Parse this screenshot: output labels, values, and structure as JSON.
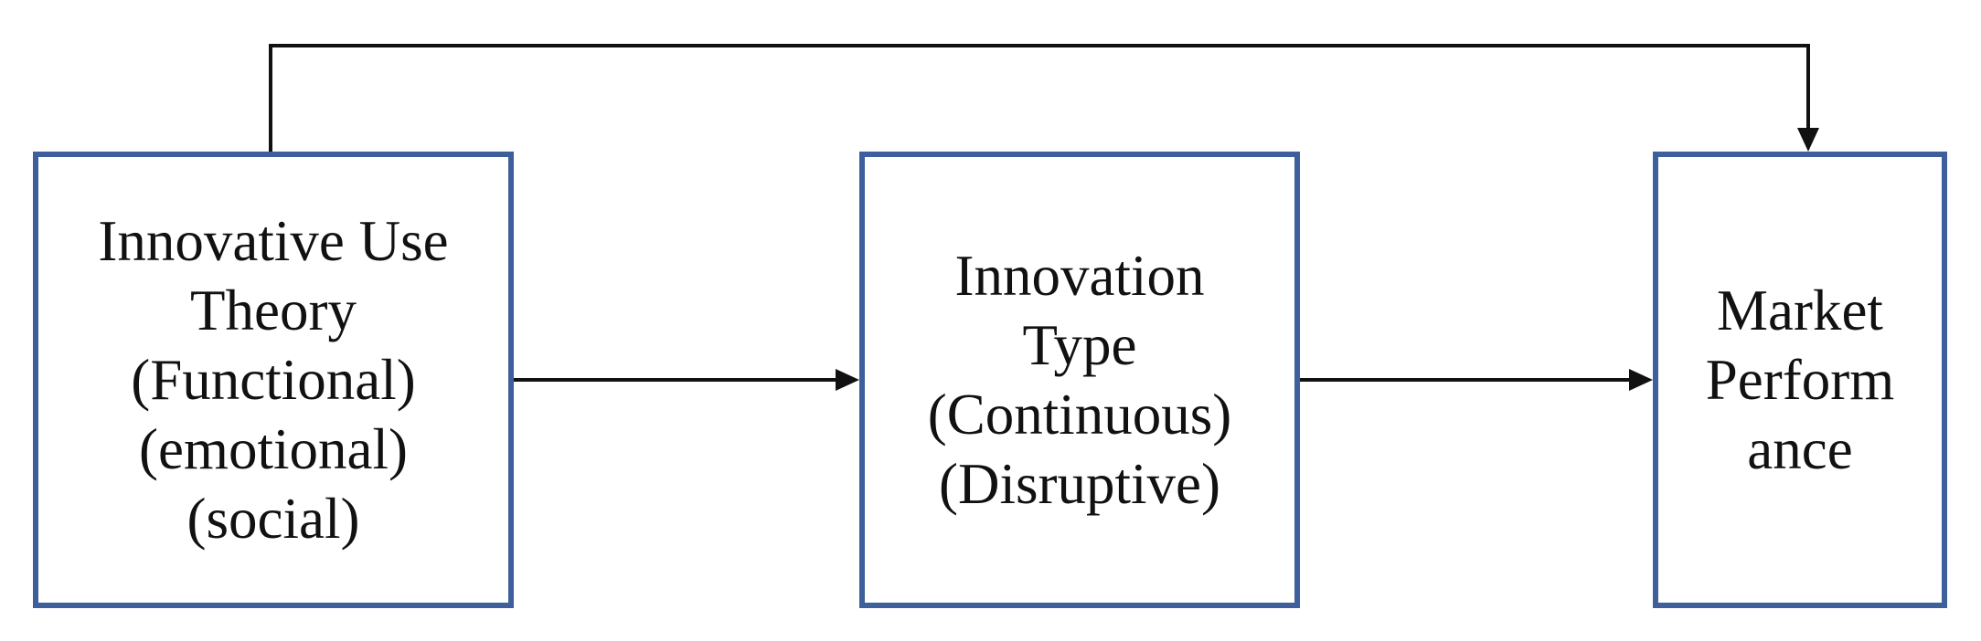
{
  "diagram": {
    "colors": {
      "box_border": "#3d5f9b",
      "arrow": "#111111",
      "text": "#111111"
    },
    "nodes": [
      {
        "id": "innovative-use-theory",
        "text": "Innovative Use\nTheory\n(Functional)\n(emotional)\n(social)"
      },
      {
        "id": "innovation-type",
        "text": "Innovation\nType\n(Continuous)\n(Disruptive)"
      },
      {
        "id": "market-performance",
        "text": "Market\nPerform\nance"
      }
    ],
    "edges": [
      {
        "from": "innovative-use-theory",
        "to": "innovation-type"
      },
      {
        "from": "innovation-type",
        "to": "market-performance"
      },
      {
        "from": "innovative-use-theory",
        "to": "market-performance",
        "route": "over-top"
      }
    ]
  }
}
